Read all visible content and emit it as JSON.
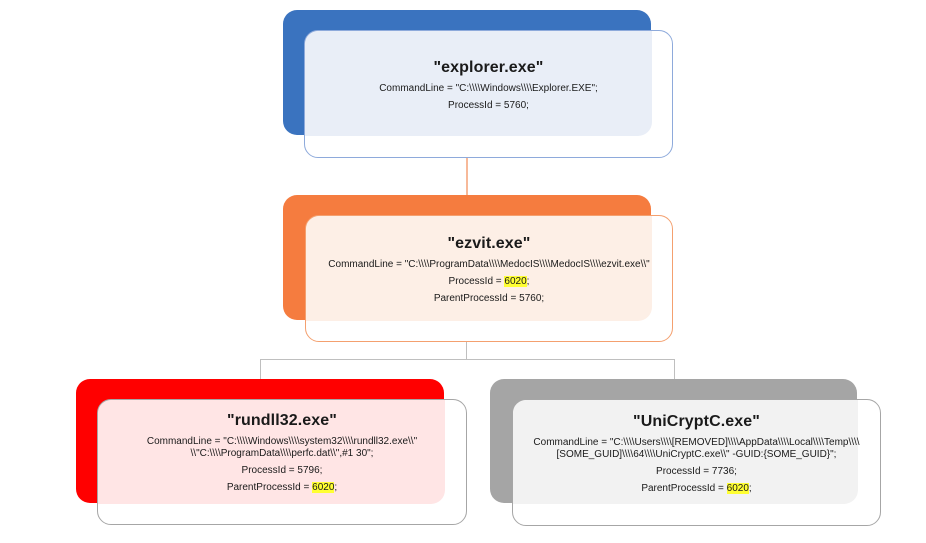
{
  "nodes": {
    "explorer": {
      "title": "\"explorer.exe\"",
      "command_line": "CommandLine = \"C:\\\\\\\\Windows\\\\\\\\Explorer.EXE\";",
      "process_id_label": "ProcessId = ",
      "process_id": "5760",
      "process_id_suffix": ";",
      "color": "#3a73bf"
    },
    "ezvit": {
      "title": "\"ezvit.exe\"",
      "command_line": "CommandLine = \"C:\\\\\\\\ProgramData\\\\\\\\MedocIS\\\\\\\\MedocIS\\\\\\\\ezvit.exe\\\\\"",
      "process_id_label": "ProcessId = ",
      "process_id": "6020",
      "process_id_suffix": ";",
      "parent_process_id_label": "ParentProcessId = ",
      "parent_process_id": "5760",
      "parent_process_id_suffix": ";",
      "color": "#f57c3f"
    },
    "rundll32": {
      "title": "\"rundll32.exe\"",
      "command_line": "CommandLine = \"C:\\\\\\\\Windows\\\\\\\\system32\\\\\\\\rundll32.exe\\\\\"\n\\\\\"C:\\\\\\\\ProgramData\\\\\\\\perfc.dat\\\\\",#1 30\";",
      "process_id_label": "ProcessId = ",
      "process_id": "5796",
      "process_id_suffix": ";",
      "parent_process_id_label": "ParentProcessId = ",
      "parent_process_id": "6020",
      "parent_process_id_suffix": ";",
      "color": "#ff0000"
    },
    "unicrypt": {
      "title": "\"UniCryptC.exe\"",
      "command_line": "CommandLine = \"C:\\\\\\\\Users\\\\\\\\[REMOVED]\\\\\\\\AppData\\\\\\\\Local\\\\\\\\Temp\\\\\\\\\n[SOME_GUID]\\\\\\\\64\\\\\\\\UniCryptC.exe\\\\\" -GUID:{SOME_GUID}\";",
      "process_id_label": "ProcessId = ",
      "process_id": "7736",
      "process_id_suffix": ";",
      "parent_process_id_label": "ParentProcessId = ",
      "parent_process_id": "6020",
      "parent_process_id_suffix": ";",
      "color": "#a5a5a5"
    }
  },
  "highlight_color": "#ffff33"
}
